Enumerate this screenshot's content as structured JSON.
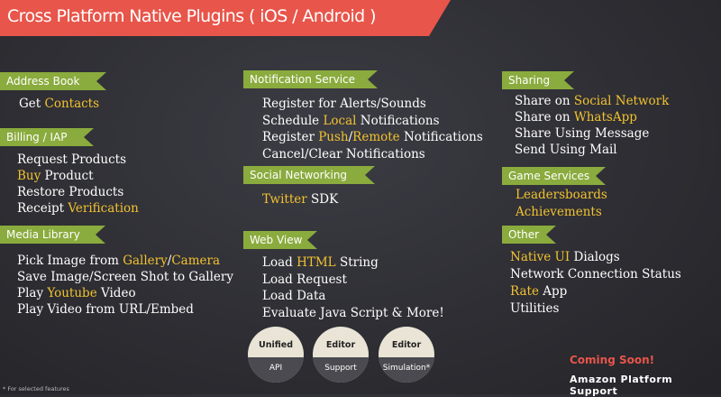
{
  "title": "Cross Platform Native Plugins ( iOS / Android )",
  "colors": {
    "banner": "#e8554a",
    "section_tag": "#8aab3d",
    "highlight": "#f2c230",
    "background": "#2e2e34"
  },
  "sections": {
    "address_book": {
      "title": "Address Book",
      "items": [
        [
          {
            "t": "Get "
          },
          {
            "t": "Contacts",
            "h": true
          }
        ]
      ]
    },
    "billing": {
      "title": "Billing / IAP",
      "items": [
        [
          {
            "t": "Request Products"
          }
        ],
        [
          {
            "t": "Buy",
            "h": true
          },
          {
            "t": " Product"
          }
        ],
        [
          {
            "t": "Restore Products"
          }
        ],
        [
          {
            "t": "Receipt "
          },
          {
            "t": "Verification",
            "h": true
          }
        ]
      ]
    },
    "media": {
      "title": "Media Library",
      "items": [
        [
          {
            "t": "Pick Image from "
          },
          {
            "t": "Gallery",
            "h": true
          },
          {
            "t": "/"
          },
          {
            "t": "Camera",
            "h": true
          }
        ],
        [
          {
            "t": "Save Image/Screen Shot to Gallery"
          }
        ],
        [
          {
            "t": "Play "
          },
          {
            "t": "Youtube",
            "h": true
          },
          {
            "t": " Video"
          }
        ],
        [
          {
            "t": "Play Video from URL/Embed"
          }
        ]
      ]
    },
    "notification": {
      "title": "Notification Service",
      "items": [
        [
          {
            "t": "Register for Alerts/Sounds"
          }
        ],
        [
          {
            "t": "Schedule "
          },
          {
            "t": "Local",
            "h": true
          },
          {
            "t": " Notifications"
          }
        ],
        [
          {
            "t": "Register "
          },
          {
            "t": "Push",
            "h": true
          },
          {
            "t": "/"
          },
          {
            "t": "Remote",
            "h": true
          },
          {
            "t": " Notifications"
          }
        ],
        [
          {
            "t": "Cancel/Clear Notifications"
          }
        ]
      ]
    },
    "social": {
      "title": "Social Networking",
      "items": [
        [
          {
            "t": "Twitter",
            "h": true
          },
          {
            "t": " SDK"
          }
        ]
      ]
    },
    "webview": {
      "title": "Web View",
      "items": [
        [
          {
            "t": "Load "
          },
          {
            "t": "HTML",
            "h": true
          },
          {
            "t": " String"
          }
        ],
        [
          {
            "t": "Load Request"
          }
        ],
        [
          {
            "t": "Load Data"
          }
        ],
        [
          {
            "t": "Evaluate Java Script & More!"
          }
        ]
      ]
    },
    "sharing": {
      "title": "Sharing",
      "items": [
        [
          {
            "t": "Share on "
          },
          {
            "t": "Social Network",
            "h": true
          }
        ],
        [
          {
            "t": "Share on "
          },
          {
            "t": "WhatsApp",
            "h": true
          }
        ],
        [
          {
            "t": "Share Using Message"
          }
        ],
        [
          {
            "t": "Send Using Mail"
          }
        ]
      ]
    },
    "game": {
      "title": "Game Services",
      "items": [
        [
          {
            "t": "Leadersboards",
            "h": true
          }
        ],
        [
          {
            "t": "Achievements",
            "h": true
          }
        ]
      ]
    },
    "other": {
      "title": "Other",
      "items": [
        [
          {
            "t": "Native UI",
            "h": true
          },
          {
            "t": " Dialogs"
          }
        ],
        [
          {
            "t": "Network Connection Status"
          }
        ],
        [
          {
            "t": "Rate",
            "h": true
          },
          {
            "t": " App"
          }
        ],
        [
          {
            "t": "Utilities"
          }
        ]
      ]
    }
  },
  "badges": [
    {
      "top": "Unified",
      "bottom": "API"
    },
    {
      "top": "Editor",
      "bottom": "Support"
    },
    {
      "top": "Editor",
      "bottom": "Simulation*"
    }
  ],
  "coming_soon": "Coming Soon!",
  "amazon": "Amazon Platform Support",
  "footnote": "* For selected features"
}
